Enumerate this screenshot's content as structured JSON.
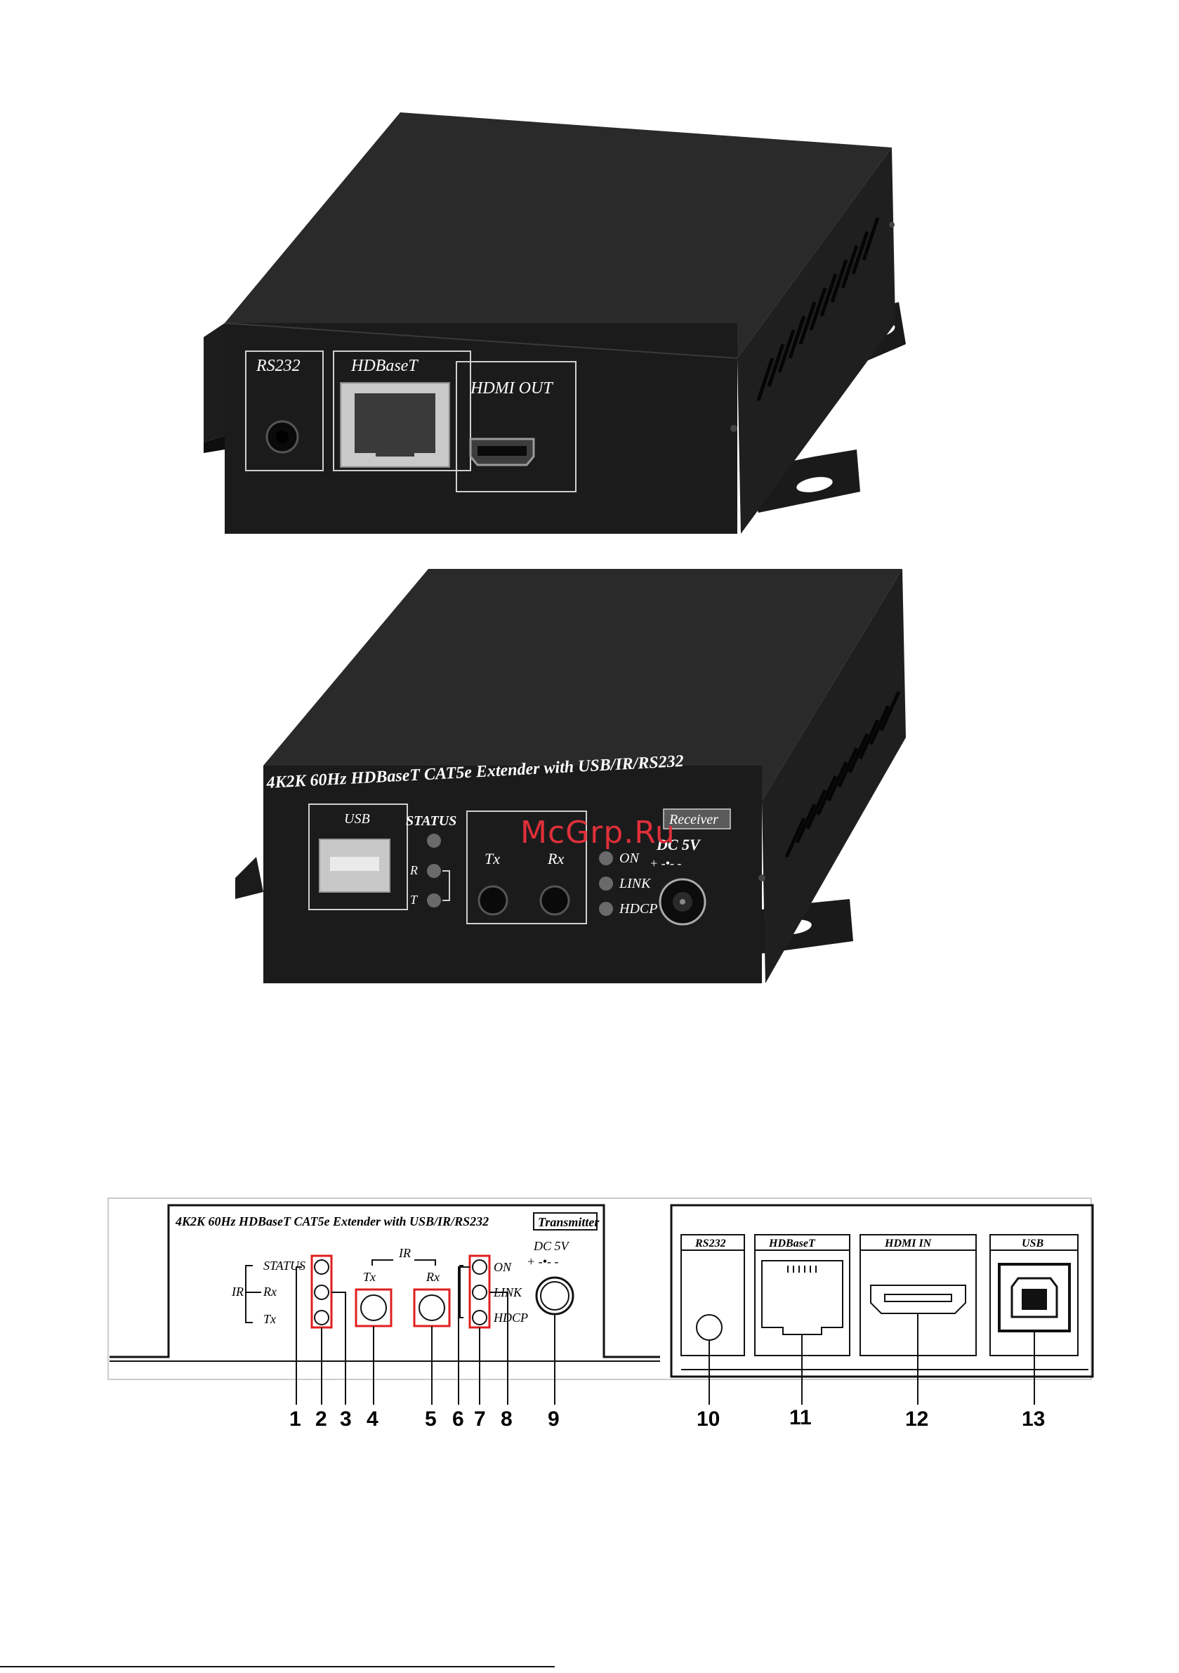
{
  "receiver_back": {
    "rs232": "RS232",
    "hdbaset": "HDBaseT",
    "hdmi_out": "HDMI  OUT"
  },
  "receiver_front": {
    "model": "4K2K 60Hz HDBaseT CAT5e Extender with USB/IR/RS232",
    "usb": "USB",
    "status": "STATUS",
    "status_r": "R",
    "status_t": "T",
    "ir_tx": "Tx",
    "ir_rx": "Rx",
    "on": "ON",
    "link": "LINK",
    "hdcp": "HDCP",
    "dc": "DC 5V",
    "polarity": "+ -•- -",
    "unit": "Receiver"
  },
  "watermark": "McGrp.Ru",
  "transmitter_front": {
    "model": "4K2K 60Hz HDBaseT CAT5e Extender with USB/IR/RS232",
    "unit": "Transmitter",
    "ir_side": "IR",
    "status": "STATUS",
    "rx": "Rx",
    "tx": "Tx",
    "ir_top": "IR",
    "ir_tx": "Tx",
    "ir_rx": "Rx",
    "on": "ON",
    "link": "LINK",
    "hdcp": "HDCP",
    "dc": "DC 5V",
    "polarity": "+ -•- -"
  },
  "transmitter_back": {
    "rs232": "RS232",
    "hdbaset": "HDBaseT",
    "hdmi_in": "HDMI  IN",
    "usb": "USB"
  },
  "callouts": [
    "1",
    "2",
    "3",
    "4",
    "5",
    "6",
    "7",
    "8",
    "9",
    "10",
    "11",
    "12",
    "13"
  ]
}
